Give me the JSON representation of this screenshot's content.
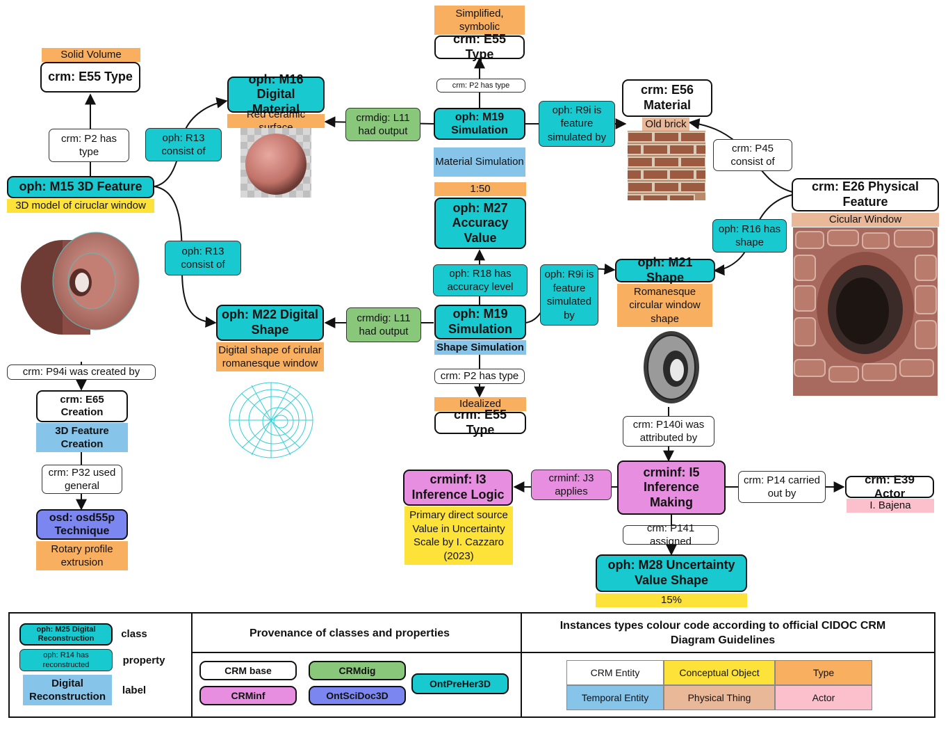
{
  "nodes": {
    "m15": "oph: M15 3D Feature",
    "m15_label": "3D model of ciruclar window",
    "e55_solid": "crm: E55 Type",
    "e55_solid_label": "Solid Volume",
    "p2_type_left": "crm: P2 has type",
    "r13_top": "oph: R13 consist of",
    "r13_mid": "oph: R13 consist of",
    "m16": "oph: M16 Digital Material",
    "m16_label": "Red ceramic surface",
    "l11_top": "crmdig: L11 had output",
    "m19_top": "oph: M19 Simulation",
    "m19_top_label": "Material Simulation",
    "p2_top": "crm: P2 has type",
    "e55_simpl": "crm: E55 Type",
    "e55_simpl_label": "Simplified, symbolic",
    "r9i_top": "oph: R9i is feature simulated by",
    "e56": "crm: E56 Material",
    "e56_label": "Old brick",
    "p45": "crm: P45 consist of",
    "e26": "crm: E26 Physical Feature",
    "e26_label": "Cicular Window",
    "r16": "oph: R16 has shape",
    "m27_label": "1:50",
    "m27": "oph: M27 Accuracy Value",
    "r18": "oph: R18 has accuracy level",
    "m19_bot": "oph: M19 Simulation",
    "m19_bot_label": "Shape Simulation",
    "r9i_bot": "oph: R9i is feature simulated by",
    "m21": "oph: M21 Shape",
    "m21_label": "Romanesque circular window shape",
    "l11_bot": "crmdig: L11 had output",
    "m22": "oph: M22 Digital Shape",
    "m22_label": "Digital shape of cirular romanesque window",
    "p2_bot": "crm: P2 has type",
    "e55_ideal_label": "Idealized",
    "e55_ideal": "crm: E55 Type",
    "p94i": "crm: P94i was created by",
    "e65": "crm: E65 Creation",
    "e65_label": "3D Feature Creation",
    "p32": "crm: P32 used general",
    "osd55p": "osd: osd55p Technique",
    "osd55p_label": "Rotary profile extrusion",
    "p140i": "crm: P140i was attributed by",
    "i5": "crminf: I5 Inference Making",
    "j3": "crminf: J3 applies",
    "i3": "crminf: I3 Inference Logic",
    "i3_label": "Primary direct source Value in Uncertainty Scale by I. Cazzaro (2023)",
    "p14": "crm: P14 carried out by",
    "e39": "crm: E39 Actor",
    "e39_label": "I. Bajena",
    "p141": "crm: P141 assigned",
    "m28": "oph: M28 Uncertainty Value Shape",
    "m28_label": "15%"
  },
  "legend": {
    "class_sample": "oph: M25 Digital Reconstruction",
    "class_word": "class",
    "property_sample": "oph: R14 has reconstructed",
    "property_word": "property",
    "label_sample": "Digital Reconstruction",
    "label_word": "label",
    "provenance_title": "Provenance of classes and properties",
    "prov_crm_base": "CRM base",
    "prov_crmdig": "CRMdig",
    "prov_crminf": "CRMinf",
    "prov_ontscidoc": "OntSciDoc3D",
    "prov_ontpreher": "OntPreHer3D",
    "colour_title": "Instances types colour code according to official CIDOC CRM Diagram Guidelines",
    "crm_entity": "CRM Entity",
    "conceptual_object": "Conceptual Object",
    "type": "Type",
    "temporal_entity": "Temporal Entity",
    "physical_thing": "Physical Thing",
    "actor": "Actor"
  },
  "colors": {
    "class_cyan": "#18c9d0",
    "type_orange": "#f8b060",
    "conceptual_yellow": "#fde23a",
    "temporal_blue": "#86c4ea",
    "physical_peach": "#e8b898",
    "actor_pink": "#fbc0cc",
    "crmdig_green": "#89c77a",
    "crminf_pink": "#e88ee0",
    "ontscidoc_blue": "#7b86f0"
  },
  "images": {
    "sphere": "red-ceramic-sphere-image",
    "bricks": "old-brick-wall-image",
    "window_photo": "circular-window-photo",
    "solid_model": "solid-3d-ring-model",
    "wireframe": "wireframe-ring-model",
    "shape_render": "circular-window-shape-render"
  }
}
